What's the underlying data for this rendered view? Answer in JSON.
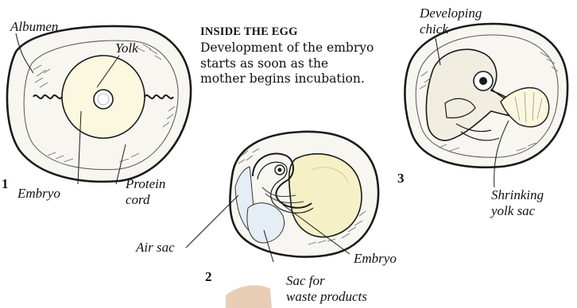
{
  "intro": {
    "heading": "INSIDE THE EGG",
    "text": "Development of the embryo starts as soon as the mother begins incubation."
  },
  "stages": [
    {
      "number": "1",
      "labels": {
        "albumen": "Albumen",
        "yolk": "Yolk",
        "embryo": "Embryo",
        "protein_cord_line1": "Protein",
        "protein_cord_line2": "cord"
      }
    },
    {
      "number": "2",
      "labels": {
        "air_sac": "Air sac",
        "embryo": "Embryo",
        "waste_sac_line1": "Sac for",
        "waste_sac_line2": "waste products"
      }
    },
    {
      "number": "3",
      "labels": {
        "chick_line1": "Developing",
        "chick_line2": "chick",
        "yolk_sac_line1": "Shrinking",
        "yolk_sac_line2": "yolk sac"
      }
    }
  ],
  "colors": {
    "outline": "#1a1a1a",
    "albumen_fill": "#f7f6f1",
    "yolk_fill": "#fbf8df",
    "yolk_fill_strong": "#f6f0c6",
    "air_sac_fill": "#e4eef4",
    "shading": "#6d6d6d",
    "stray_patch": "#e8cdb7"
  }
}
